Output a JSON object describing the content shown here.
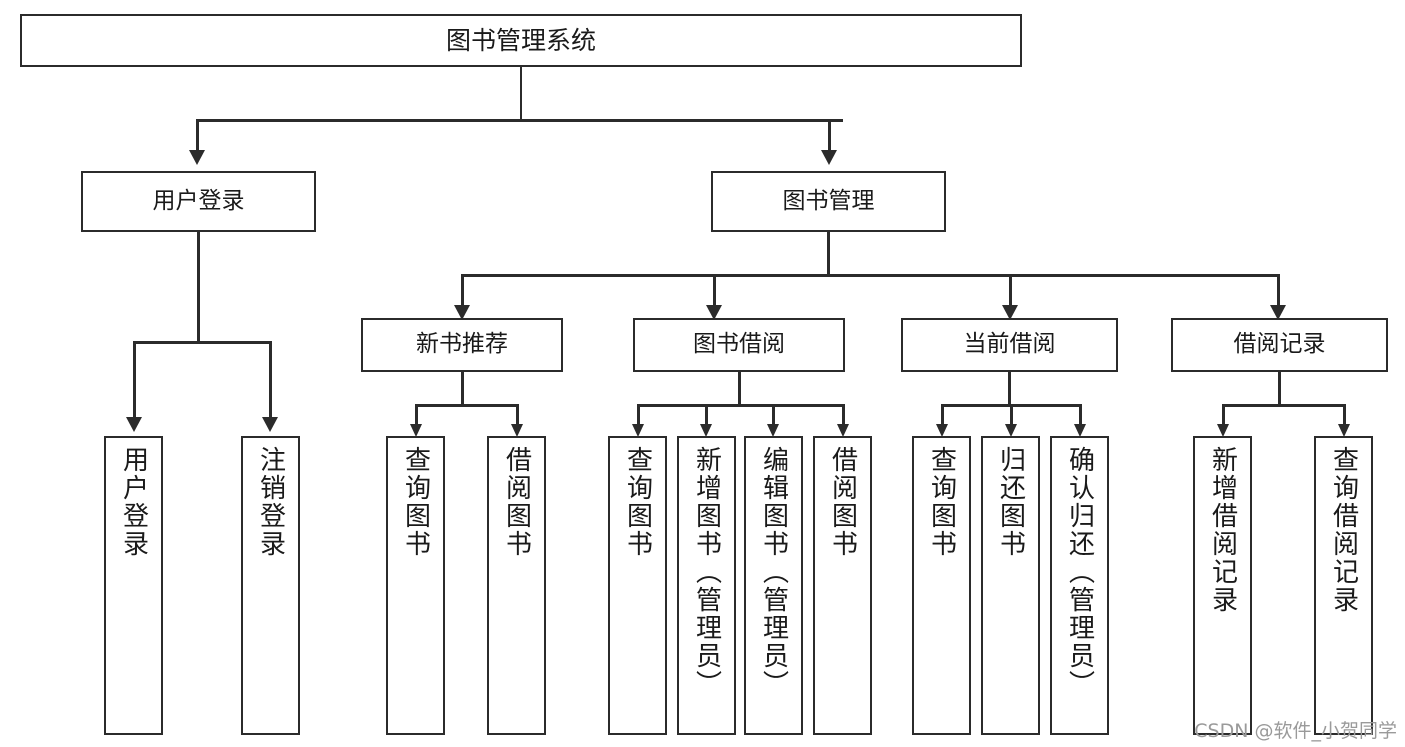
{
  "diagram": {
    "type": "tree-hierarchy-chart",
    "title": "图书管理系统",
    "watermark": "CSDN @软件_小贺同学",
    "colors": {
      "box_border": "#2b2b2b",
      "box_fill": "#ffffff",
      "connector": "#2b2b2b",
      "text": "#1a1a1a",
      "watermark": "#9a9a9a",
      "background": "#ffffff"
    },
    "root": {
      "label": "图书管理系统"
    },
    "level2": [
      {
        "label": "用户登录"
      },
      {
        "label": "图书管理"
      }
    ],
    "level3": [
      {
        "label": "新书推荐"
      },
      {
        "label": "图书借阅"
      },
      {
        "label": "当前借阅"
      },
      {
        "label": "借阅记录"
      }
    ],
    "leaves_user_login": [
      {
        "label": "用户登录"
      },
      {
        "label": "注销登录"
      }
    ],
    "leaves_new_book": [
      {
        "label": "查询图书"
      },
      {
        "label": "借阅图书"
      }
    ],
    "leaves_borrow": [
      {
        "label": "查询图书"
      },
      {
        "label": "新增图书（管理员）"
      },
      {
        "label": "编辑图书（管理员）"
      },
      {
        "label": "借阅图书"
      }
    ],
    "leaves_current": [
      {
        "label": "查询图书"
      },
      {
        "label": "归还图书"
      },
      {
        "label": "确认归还（管理员）"
      }
    ],
    "leaves_record": [
      {
        "label": "新增借阅记录"
      },
      {
        "label": "查询借阅记录"
      }
    ]
  }
}
